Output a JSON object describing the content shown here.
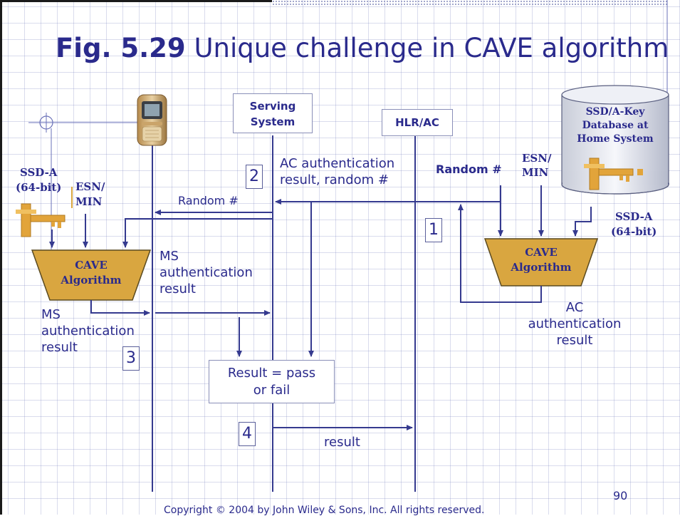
{
  "title": {
    "bold": "Fig. 5.29",
    "rest": "Unique challenge in CAVE algorithm"
  },
  "nodes": {
    "serving": "Serving\nSystem",
    "hlr": "HLR/AC",
    "database": "SSD/A-Key\nDatabase at\nHome System",
    "cave_left": "CAVE\nAlgorithm",
    "cave_right": "CAVE\nAlgorithm",
    "result_box": "Result = pass\nor fail"
  },
  "labels": {
    "ssda_left": "SSD-A\n(64-bit)",
    "esn_left": "ESN/\nMIN",
    "random_left": "Random #",
    "ms_result_top": "MS\nauthentication\nresult",
    "ms_result_bottom": "MS\nauthentication\nresult",
    "ac_result_msg": "AC authentication\nresult, random #",
    "random_right": "Random #",
    "esn_right": "ESN/\nMIN",
    "ssda_right": "SSD-A\n(64-bit)",
    "ac_result": "AC\nauthentication\nresult",
    "result": "result"
  },
  "steps": [
    "1",
    "2",
    "3",
    "4"
  ],
  "footer": {
    "copyright": "Copyright © 2004 by John Wiley & Sons, Inc. All rights reserved.",
    "page": "90"
  },
  "colors": {
    "text": "#2a2a8c",
    "arrow": "#353a8f",
    "cave_fill": "#d9a640",
    "key": "#e2a43a",
    "grid": "#b8bde0"
  }
}
